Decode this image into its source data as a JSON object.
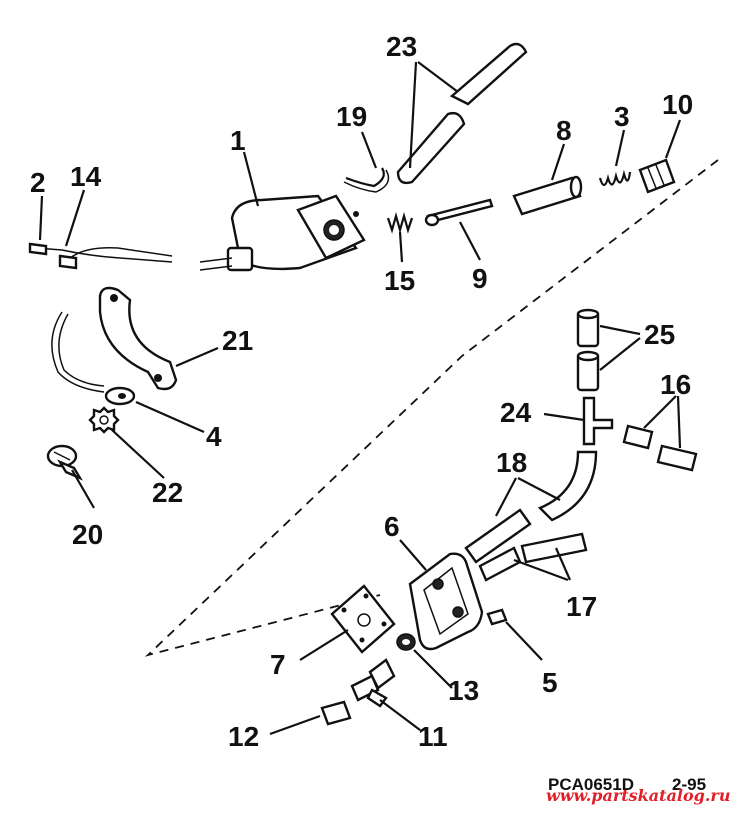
{
  "callouts": {
    "p1": "1",
    "p2": "2",
    "p3": "3",
    "p4": "4",
    "p5": "5",
    "p6": "6",
    "p7": "7",
    "p8": "8",
    "p9": "9",
    "p10": "10",
    "p11": "11",
    "p12": "12",
    "p13": "13",
    "p14": "14",
    "p15": "15",
    "p16": "16",
    "p17": "17",
    "p18": "18",
    "p19": "19",
    "p20": "20",
    "p21": "21",
    "p22": "22",
    "p23": "23",
    "p24": "24",
    "p25": "25"
  },
  "footer": {
    "code": "PCA0651D",
    "page": "2-95",
    "watermark": "www.partskatalog.ru"
  },
  "colors": {
    "ink": "#111111",
    "watermark": "#e0202a"
  }
}
